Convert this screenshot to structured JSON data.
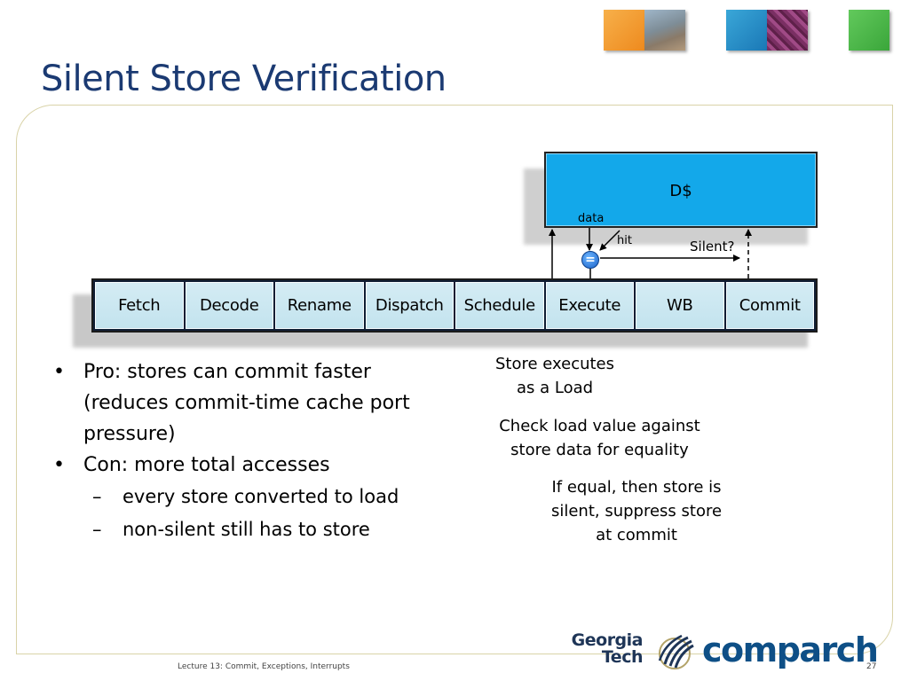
{
  "slide": {
    "title": "Silent Store Verification",
    "footer": "Lecture 13: Commit, Exceptions, Interrupts",
    "page_number": "27"
  },
  "diagram": {
    "dcache_label": "D$",
    "stages": [
      "Fetch",
      "Decode",
      "Rename",
      "Dispatch",
      "Schedule",
      "Execute",
      "WB",
      "Commit"
    ],
    "data_label": "data",
    "hit_label": "hit",
    "silent_label": "Silent?",
    "compare_symbol": "="
  },
  "bullets": {
    "pro": "Pro: stores can commit faster (reduces commit-time cache port pressure)",
    "con": "Con: more total accesses",
    "sub1": "every store converted to load",
    "sub2": "non-silent still has to store"
  },
  "notes": {
    "n1_line1": "Store executes",
    "n1_line2": "as a Load",
    "n2_line1": "Check load value against",
    "n2_line2": "store data for equality",
    "n3_line1": "If equal, then store is",
    "n3_line2": "silent, suppress store",
    "n3_line3": "at commit"
  },
  "logos": {
    "georgia_line1": "Georgia",
    "georgia_line2": "Tech",
    "comparch": "comparch"
  },
  "icons": {
    "swoosh": "georgia-tech-swoosh-icon"
  },
  "colors": {
    "title": "#1b3a72",
    "dcache": "#13a8ea",
    "stage_fill": "#c8e6f0",
    "tile_orange": "#f19a2c",
    "tile_blue": "#2a90c8",
    "tile_green": "#4bb848"
  }
}
